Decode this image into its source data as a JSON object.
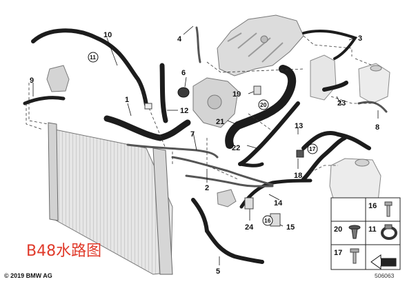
{
  "diagram": {
    "title": "B48水路图",
    "copyright": "© 2019 BMW AG",
    "code": "506063",
    "callouts": {
      "c1": "1",
      "c2": "2",
      "c3": "3",
      "c4": "4",
      "c5": "5",
      "c6": "6",
      "c7": "7",
      "c8": "8",
      "c9": "9",
      "c10": "10",
      "c11": "11",
      "c12": "12",
      "c13": "13",
      "c14": "14",
      "c15": "15",
      "c16": "16",
      "c17": "17",
      "c18": "18",
      "c19": "19",
      "c20": "20",
      "c21": "21",
      "c22": "22",
      "c23": "23",
      "c24": "24"
    },
    "circled": {
      "m11": "11",
      "m20": "20",
      "m17": "17",
      "m16": "16"
    },
    "legend": {
      "l16": "16",
      "l20": "20",
      "l11": "11",
      "l17": "17"
    },
    "colors": {
      "hose": "#1c1c1c",
      "part_gray": "#c9c9c9",
      "line": "#222222",
      "title": "#e03a2a"
    }
  }
}
